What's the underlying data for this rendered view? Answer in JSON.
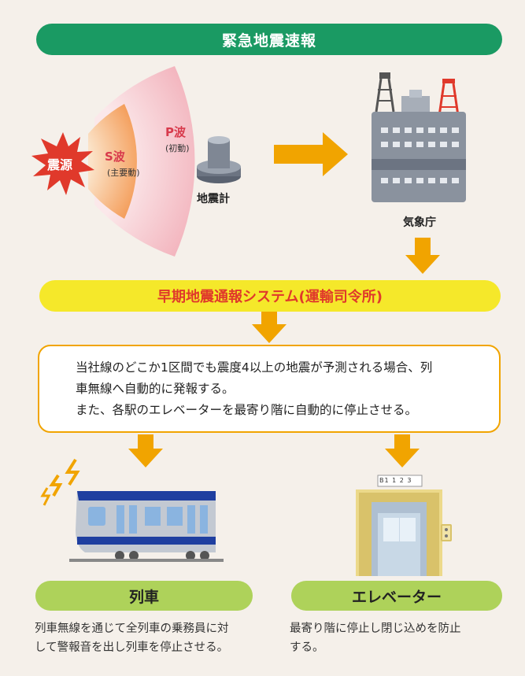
{
  "header": {
    "title": "緊急地震速報"
  },
  "quake": {
    "epicenter": "震源",
    "s_wave": "S波",
    "s_wave_sub": "(主要動)",
    "p_wave": "P波",
    "p_wave_sub": "(初動)",
    "seismometer": "地震計"
  },
  "agency": {
    "label": "気象庁"
  },
  "system": {
    "title": "早期地震通報システム(運輸司令所)"
  },
  "message": {
    "line1": "当社線のどこか1区間でも震度4以上の地震が予測される場合、列",
    "line2": "車無線へ自動的に発報する。",
    "line3": "また、各駅のエレベーターを最寄り階に自動的に停止させる。"
  },
  "train": {
    "title": "列車",
    "desc_line1": "列車無線を通じて全列車の乗務員に対",
    "desc_line2": "して警報音を出し列車を停止させる。"
  },
  "elevator": {
    "title": "エレベーター",
    "floor_indicator": "B1 1 2 3",
    "desc_line1": "最寄り階に停止し閉じ込めを防止",
    "desc_line2": "する。"
  },
  "colors": {
    "green": "#1a9a63",
    "yellow": "#f5e82a",
    "orange_arrow": "#f1a400",
    "pill": "#aed25a",
    "red": "#e0392b"
  }
}
